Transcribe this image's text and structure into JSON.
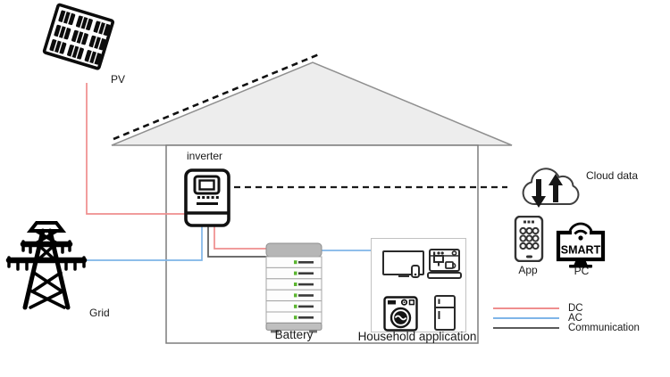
{
  "diagram": {
    "labels": {
      "pv": "PV",
      "grid": "Grid",
      "inverter": "inverter",
      "battery": "Battery",
      "household": "Household application",
      "cloud": "Cloud data",
      "app": "App",
      "pc": "PC",
      "pc_screen_text": "SMART"
    },
    "legend": {
      "items": [
        {
          "label": "DC",
          "color": "#ef8e8e"
        },
        {
          "label": "AC",
          "color": "#7fb5e8"
        },
        {
          "label": "Communication",
          "color": "#5a5a5a"
        }
      ]
    },
    "colors": {
      "dc_line": "#ef8e8e",
      "ac_line": "#7fb5e8",
      "communication_line": "#5a5a5a",
      "dashed_communication_line": "#1a1a1a",
      "roof_fill": "#ededed",
      "battery_cap": "#b6b6b6",
      "battery_logo_green": "#5cb531"
    },
    "icons": [
      "solar-panel-icon",
      "transmission-tower-icon",
      "inverter-icon",
      "battery-stack-icon",
      "tv-icon",
      "coffee-machine-icon",
      "washing-machine-icon",
      "fridge-icon",
      "cloud-icon",
      "download-arrow-icon",
      "upload-arrow-icon",
      "smartphone-icon",
      "monitor-icon",
      "wifi-icon"
    ]
  }
}
